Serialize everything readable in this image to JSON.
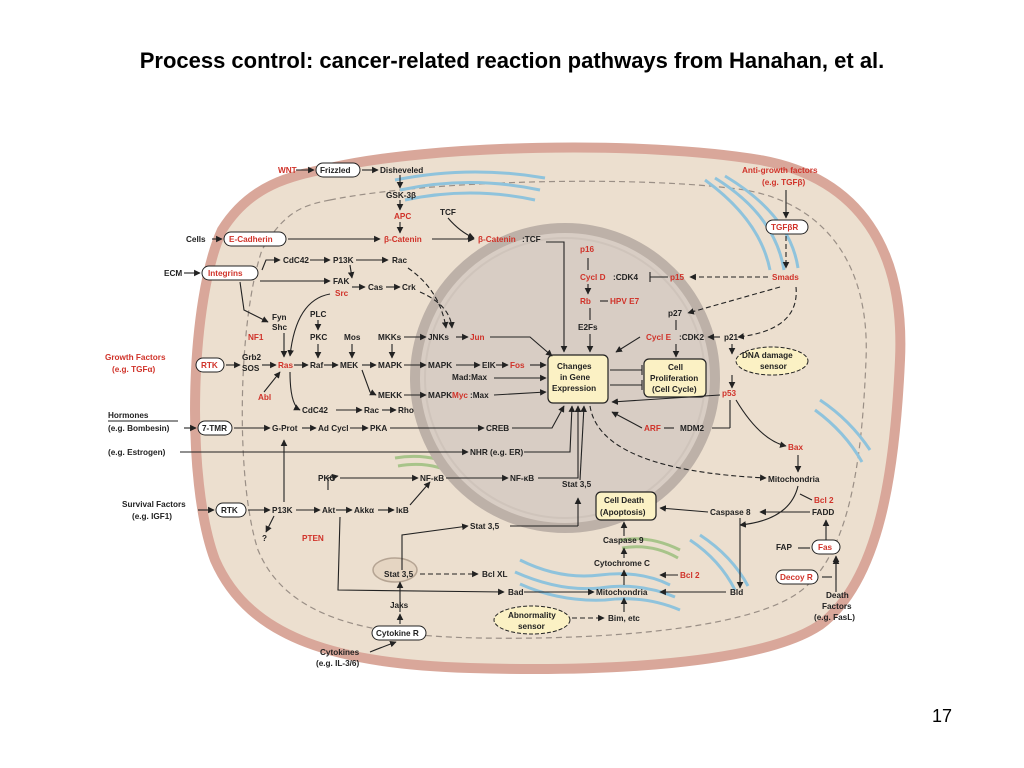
{
  "title": "Process control: cancer-related reaction pathways from Hanahan, et al.",
  "page_number": "17",
  "colors": {
    "red_label": "#d0332a",
    "cell": "#ecdfcf",
    "cell_border": "#d9a79a",
    "nucleus": "#d8cdc4",
    "box_fill": "#fbf1c4"
  },
  "diagram": {
    "wnt": "WNT",
    "frizzled": "Frizzled",
    "disheveled": "Disheveled",
    "gsk3b": "GSK-3β",
    "apc": "APC",
    "tcf": "TCF",
    "cells": "Cells",
    "ecadherin": "E-Cadherin",
    "bcatenin": "β-Catenin",
    "bcatenin_tcf_a": "β-Catenin",
    "bcatenin_tcf_b": ":TCF",
    "ecm": "ECM",
    "integrins": "Integrins",
    "cdc42": "CdC42",
    "p13k": "P13K",
    "rac": "Rac",
    "fak": "FAK",
    "src": "Src",
    "cas": "Cas",
    "crk": "Crk",
    "fyn": "Fyn",
    "shc": "Shc",
    "plc": "PLC",
    "pkc": "PKC",
    "mos": "Mos",
    "mkks": "MKKs",
    "jnks": "JNKs",
    "jun": "Jun",
    "nf1": "NF1",
    "growth_factors": "Growth Factors",
    "growth_factors_eg": "(e.g. TGFα)",
    "rtk": "RTK",
    "grb2": "Grb2",
    "sos": "SOS",
    "ras": "Ras",
    "raf": "Raf",
    "mek": "MEK",
    "mapk": "MAPK",
    "mapk2": "MAPK",
    "elk": "ElK",
    "fos": "Fos",
    "mad_max": "Mad:Max",
    "myc": "Myc",
    "myc_max": ":Max",
    "mekk": "MEKK",
    "mapk3": "MAPK",
    "abl": "Abl",
    "cdc42_b": "CdC42",
    "rac_b": "Rac",
    "rho": "Rho",
    "changes_1": "Changes",
    "changes_2": "in Gene",
    "changes_3": "Expression",
    "hormones": "Hormones",
    "hormones_eg": "(e.g. Bombesin)",
    "tmr7": "7-TMR",
    "gprot": "G-Prot",
    "adcycl": "Ad Cycl",
    "pka": "PKA",
    "creb": "CREB",
    "estrogen": "(e.g. Estrogen)",
    "nhr": "NHR (e.g. ER)",
    "pkc_b": "PKC",
    "nfkb1": "NF-κB",
    "nfkb2": "NF-κB",
    "stat35_a": "Stat 3,5",
    "survival_1": "Survival Factors",
    "survival_2": "(e.g. IGF1)",
    "rtk_b": "RTK",
    "p13k_b": "P13K",
    "akt": "Akt",
    "akka": "Akkα",
    "ikb": "IκB",
    "question": "?",
    "pten": "PTEN",
    "stat35_b": "Stat 3,5",
    "cell_death_1": "Cell Death",
    "cell_death_2": "(Apoptosis)",
    "stat35_c": "Stat 3,5",
    "bclxl": "Bcl XL",
    "bad": "Bad",
    "jaks": "Jaks",
    "cytokine_r": "Cytokine R",
    "cytokines_1": "Cytokines",
    "cytokines_2": "(e.g. IL-3/6)",
    "caspase9": "Caspase 9",
    "cytochrome_c": "Cytochrome C",
    "bcl2_a": "Bcl 2",
    "mitochondria_a": "Mitochondria",
    "bid": "Bld",
    "abnormality_1": "Abnormality",
    "abnormality_2": "sensor",
    "bim": "Bim, etc",
    "anti_growth_1": "Anti-growth factors",
    "anti_growth_2": "(e.g. TGFβ)",
    "tgfbr": "TGFβR",
    "smads": "Smads",
    "p16": "p16",
    "cycld": "Cycl D",
    "cdk4": ":CDK4",
    "p15": "p15",
    "rb": "Rb",
    "hpve7": "HPV E7",
    "e2fs": "E2Fs",
    "p27": "p27",
    "cycle": "Cycl E",
    "cdk2": ":CDK2",
    "p21": "p21",
    "cell_prolif_1": "Cell",
    "cell_prolif_2": "Proliferation",
    "cell_prolif_3": "(Cell Cycle)",
    "dna_1": "DNA damage",
    "dna_2": "sensor",
    "p53": "p53",
    "arf": "ARF",
    "mdm2": "MDM2",
    "bax": "Bax",
    "mitochondria_b": "Mitochondria",
    "bcl2_b": "Bcl 2",
    "caspase8": "Caspase 8",
    "fadd": "FADD",
    "fap": "FAP",
    "fas": "Fas",
    "decoy_r": "Decoy R",
    "death_1": "Death",
    "death_2": "Factors",
    "death_3": "(e.g. FasL)"
  }
}
